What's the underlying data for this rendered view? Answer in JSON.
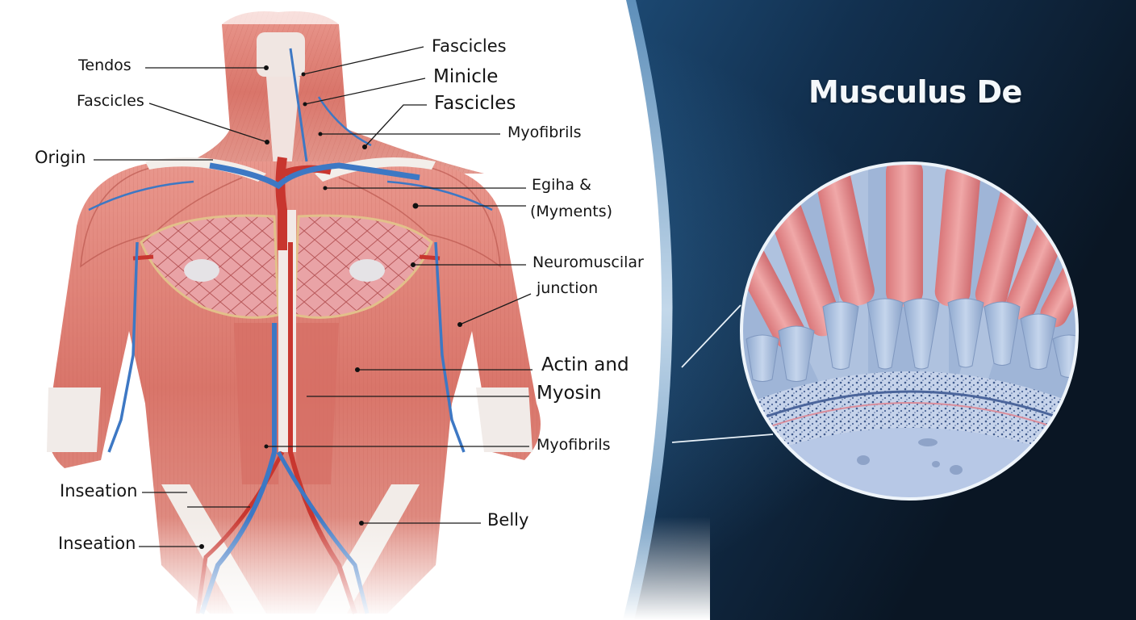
{
  "figure": {
    "title": "Musculus De",
    "colors": {
      "muscle": "#d9746a",
      "muscle_light": "#ecaaa0",
      "tendon": "#f1ece6",
      "vein": "#3d78c4",
      "artery": "#c83a32",
      "panel_dark": "#0c1a2b",
      "panel_mid": "#2f6ea6",
      "panel_rim": "#b8cfe2",
      "fiber_red": "#e08b86",
      "fiber_blue": "#a9bfdc"
    },
    "left_labels": [
      {
        "id": "tendos",
        "text": "Tendos"
      },
      {
        "id": "fascicles-left",
        "text": "Fascicles"
      },
      {
        "id": "origin",
        "text": "Origin"
      },
      {
        "id": "inseation-1",
        "text": "Inseation"
      },
      {
        "id": "inseation-2",
        "text": "Inseation"
      }
    ],
    "right_labels": [
      {
        "id": "fascicles-top",
        "text": "Fascicles"
      },
      {
        "id": "minicle",
        "text": "Minicle"
      },
      {
        "id": "fascicles-mid",
        "text": "Fascicles"
      },
      {
        "id": "myofibrils-top",
        "text": "Myofibrils"
      },
      {
        "id": "egiha",
        "text": "Egiha &"
      },
      {
        "id": "myments",
        "text": "(Myments)"
      },
      {
        "id": "neuromuscular",
        "text": "Neuromuscilar"
      },
      {
        "id": "junction",
        "text": "junction"
      },
      {
        "id": "actin",
        "text": "Actin and"
      },
      {
        "id": "myosin",
        "text": "Myosin"
      },
      {
        "id": "myofibrils-bottom",
        "text": "Myofibrils"
      },
      {
        "id": "belly",
        "text": "Belly"
      }
    ],
    "magnified_view": {
      "description": "Cross-section of muscle fibers attaching to membrane layers"
    }
  }
}
